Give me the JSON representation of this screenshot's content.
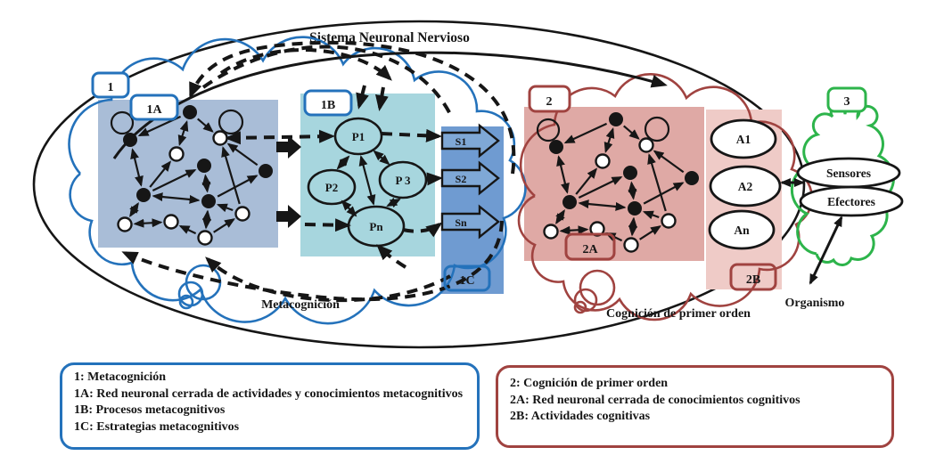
{
  "title": "Sistema Neuronal Nervioso",
  "badges": {
    "b1": "1",
    "b1a": "1A",
    "b1b": "1B",
    "b1c": "1C",
    "b2": "2",
    "b2a": "2A",
    "b2b": "2B",
    "b3": "3"
  },
  "processes": [
    "P1",
    "P2",
    "P 3",
    "Pn"
  ],
  "strategies": [
    "S1",
    "S2",
    "Sn"
  ],
  "activities": [
    "A1",
    "A2",
    "An"
  ],
  "interface": {
    "sensors": "Sensores",
    "effectors": "Efectores"
  },
  "labels": {
    "metacognition": "Metacognición",
    "first_order": "Cognición de primer orden",
    "organism": "Organismo"
  },
  "legend_blue": {
    "lines": [
      "1: Metacognición",
      "1A: Red neuronal cerrada de actividades y conocimientos metacognitivos",
      "1B: Procesos metacognitivos",
      "1C: Estrategias metacognitivos"
    ]
  },
  "legend_red": {
    "lines": [
      "2: Cognición de primer orden",
      "2A: Red neuronal cerrada de conocimientos cognitivos",
      "2B: Actividades cognitivas"
    ]
  },
  "colors": {
    "blue_stroke": "#2472bb",
    "steel_fill": "#a9bdd7",
    "teal_fill": "#a7d6de",
    "strip_fill": "#6f9bd1",
    "s_arrow_fill": "#7fa8d6",
    "red_stroke": "#a04340",
    "red_fill": "#dfa9a5",
    "pink_fill": "#efcbc7",
    "green_stroke": "#2db44b",
    "ink": "#161616"
  }
}
